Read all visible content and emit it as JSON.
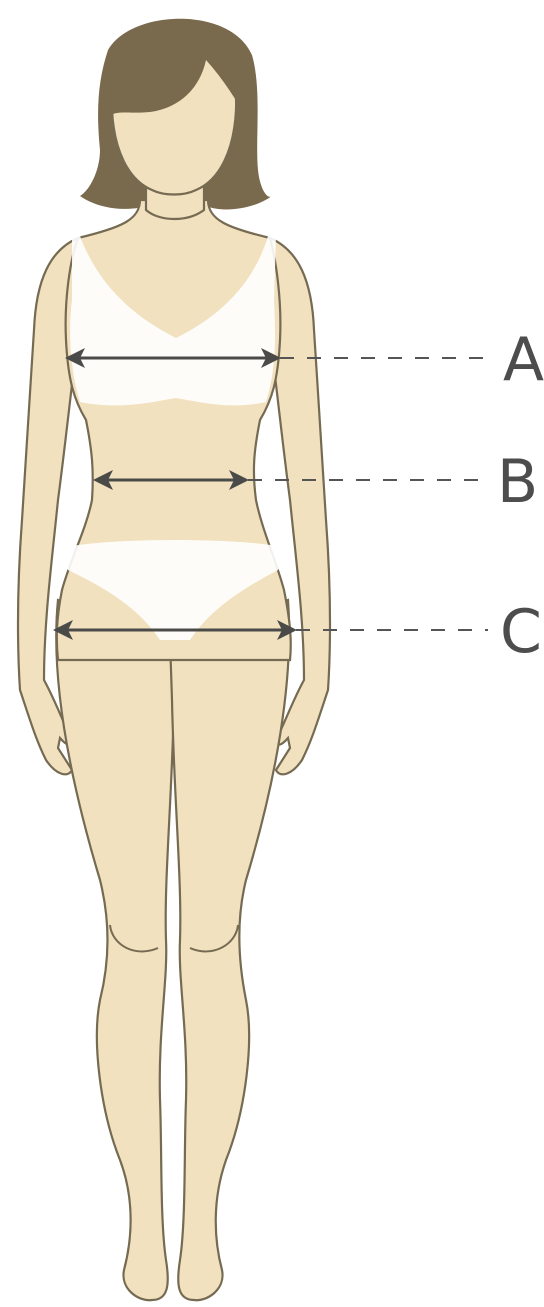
{
  "colors": {
    "skin": "#f1e1bf",
    "outline": "#756a52",
    "hair": "#7a6a4d",
    "underwear": "#ffffff",
    "arrow": "#4a4a48",
    "dash": "#555555",
    "label": "#4d4d4d"
  },
  "measurements": [
    {
      "id": "a",
      "label": "A"
    },
    {
      "id": "b",
      "label": "B"
    },
    {
      "id": "c",
      "label": "C"
    }
  ]
}
